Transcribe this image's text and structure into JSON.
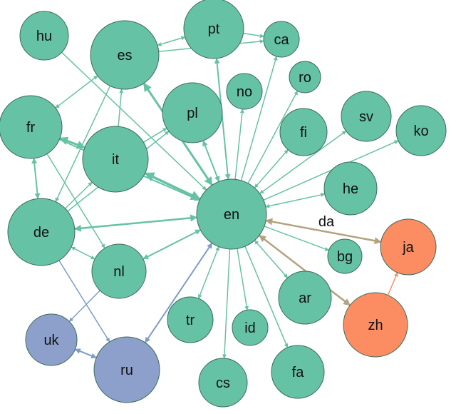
{
  "colors": {
    "green": "#66c2a5",
    "orange": "#fc8d62",
    "blue": "#8da0cb",
    "edge_green": "#66c2a5",
    "edge_khaki": "#b3a27f",
    "edge_blue": "#7f9cc6",
    "edge_orange": "#fc8d62",
    "stroke": "#3d6b5a"
  },
  "nodes": [
    {
      "id": "hu",
      "label": "hu",
      "color": "green"
    },
    {
      "id": "es",
      "label": "es",
      "color": "green"
    },
    {
      "id": "pt",
      "label": "pt",
      "color": "green"
    },
    {
      "id": "ca",
      "label": "ca",
      "color": "green"
    },
    {
      "id": "ro",
      "label": "ro",
      "color": "green"
    },
    {
      "id": "no",
      "label": "no",
      "color": "green"
    },
    {
      "id": "fr",
      "label": "fr",
      "color": "green"
    },
    {
      "id": "pl",
      "label": "pl",
      "color": "green"
    },
    {
      "id": "sv",
      "label": "sv",
      "color": "green"
    },
    {
      "id": "ko",
      "label": "ko",
      "color": "green"
    },
    {
      "id": "fi",
      "label": "fi",
      "color": "green"
    },
    {
      "id": "it",
      "label": "it",
      "color": "green"
    },
    {
      "id": "he",
      "label": "he",
      "color": "green"
    },
    {
      "id": "en",
      "label": "en",
      "color": "green"
    },
    {
      "id": "de",
      "label": "de",
      "color": "green"
    },
    {
      "id": "ja",
      "label": "ja",
      "color": "orange"
    },
    {
      "id": "bg",
      "label": "bg",
      "color": "green"
    },
    {
      "id": "nl",
      "label": "nl",
      "color": "green"
    },
    {
      "id": "ar",
      "label": "ar",
      "color": "green"
    },
    {
      "id": "tr",
      "label": "tr",
      "color": "green"
    },
    {
      "id": "id",
      "label": "id",
      "color": "green"
    },
    {
      "id": "zh",
      "label": "zh",
      "color": "orange"
    },
    {
      "id": "uk",
      "label": "uk",
      "color": "blue"
    },
    {
      "id": "ru",
      "label": "ru",
      "color": "blue"
    },
    {
      "id": "cs",
      "label": "cs",
      "color": "green"
    },
    {
      "id": "fa",
      "label": "fa",
      "color": "green"
    }
  ],
  "free_labels": [
    {
      "id": "da",
      "label": "da"
    }
  ],
  "edges": [
    {
      "from": "hu",
      "to": "en",
      "color": "edge_green",
      "w": 1.5
    },
    {
      "from": "es",
      "to": "pt",
      "color": "edge_green",
      "w": 1.5,
      "both": true
    },
    {
      "from": "es",
      "to": "en",
      "color": "edge_green",
      "w": 3,
      "both": true
    },
    {
      "from": "es",
      "to": "ca",
      "color": "edge_green",
      "w": 1.5
    },
    {
      "from": "es",
      "to": "fr",
      "color": "edge_green",
      "w": 1.5,
      "both": true
    },
    {
      "from": "es",
      "to": "de",
      "color": "edge_green",
      "w": 1.5
    },
    {
      "from": "it",
      "to": "es",
      "color": "edge_green",
      "w": 1.5
    },
    {
      "from": "pt",
      "to": "en",
      "color": "edge_green",
      "w": 2,
      "both": true
    },
    {
      "from": "pt",
      "to": "ca",
      "color": "edge_green",
      "w": 1.5
    },
    {
      "from": "fr",
      "to": "it",
      "color": "edge_green",
      "w": 3,
      "both": true
    },
    {
      "from": "fr",
      "to": "de",
      "color": "edge_green",
      "w": 2,
      "both": true
    },
    {
      "from": "fr",
      "to": "en",
      "color": "edge_green",
      "w": 2
    },
    {
      "from": "fr",
      "to": "nl",
      "color": "edge_green",
      "w": 1.5
    },
    {
      "from": "it",
      "to": "en",
      "color": "edge_green",
      "w": 3.5,
      "both": true
    },
    {
      "from": "it",
      "to": "pl",
      "color": "edge_green",
      "w": 1.5
    },
    {
      "from": "de",
      "to": "it",
      "color": "edge_green",
      "w": 1.5
    },
    {
      "from": "de",
      "to": "en",
      "color": "edge_green",
      "w": 2.5,
      "both": true
    },
    {
      "from": "de",
      "to": "nl",
      "color": "edge_green",
      "w": 1.5,
      "both": true
    },
    {
      "from": "de",
      "to": "pl",
      "color": "edge_green",
      "w": 1.5
    },
    {
      "from": "nl",
      "to": "en",
      "color": "edge_green",
      "w": 2,
      "both": true
    },
    {
      "from": "pl",
      "to": "en",
      "color": "edge_green",
      "w": 2,
      "both": true
    },
    {
      "from": "en",
      "to": "ca",
      "color": "edge_green",
      "w": 1.5
    },
    {
      "from": "en",
      "to": "ro",
      "color": "edge_green",
      "w": 1.5
    },
    {
      "from": "en",
      "to": "no",
      "color": "edge_green",
      "w": 1.5
    },
    {
      "from": "en",
      "to": "fi",
      "color": "edge_green",
      "w": 1.5,
      "both": true
    },
    {
      "from": "en",
      "to": "sv",
      "color": "edge_green",
      "w": 1.5,
      "both": true
    },
    {
      "from": "en",
      "to": "ko",
      "color": "edge_green",
      "w": 1.5
    },
    {
      "from": "en",
      "to": "he",
      "color": "edge_green",
      "w": 1.5,
      "both": true
    },
    {
      "from": "en",
      "to": "bg",
      "color": "edge_green",
      "w": 1.5
    },
    {
      "from": "en",
      "to": "ar",
      "color": "edge_green",
      "w": 1.5,
      "both": true
    },
    {
      "from": "en",
      "to": "fa",
      "color": "edge_green",
      "w": 1.5
    },
    {
      "from": "en",
      "to": "cs",
      "color": "edge_green",
      "w": 1.5
    },
    {
      "from": "en",
      "to": "id",
      "color": "edge_green",
      "w": 1.5
    },
    {
      "from": "en",
      "to": "tr",
      "color": "edge_green",
      "w": 1.5,
      "both": true
    },
    {
      "from": "ja",
      "to": "en",
      "color": "edge_khaki",
      "w": 2.5,
      "both": true
    },
    {
      "from": "zh",
      "to": "en",
      "color": "edge_khaki",
      "w": 2.5,
      "both": true
    },
    {
      "from": "zh",
      "to": "ja",
      "color": "edge_orange",
      "w": 1.5
    },
    {
      "from": "ru",
      "to": "en",
      "color": "edge_blue",
      "w": 2,
      "both": true
    },
    {
      "from": "de",
      "to": "ru",
      "color": "edge_blue",
      "w": 1.5
    },
    {
      "from": "nl",
      "to": "uk",
      "color": "edge_blue",
      "w": 1.5
    },
    {
      "from": "uk",
      "to": "ru",
      "color": "edge_blue",
      "w": 2,
      "both": true
    }
  ]
}
